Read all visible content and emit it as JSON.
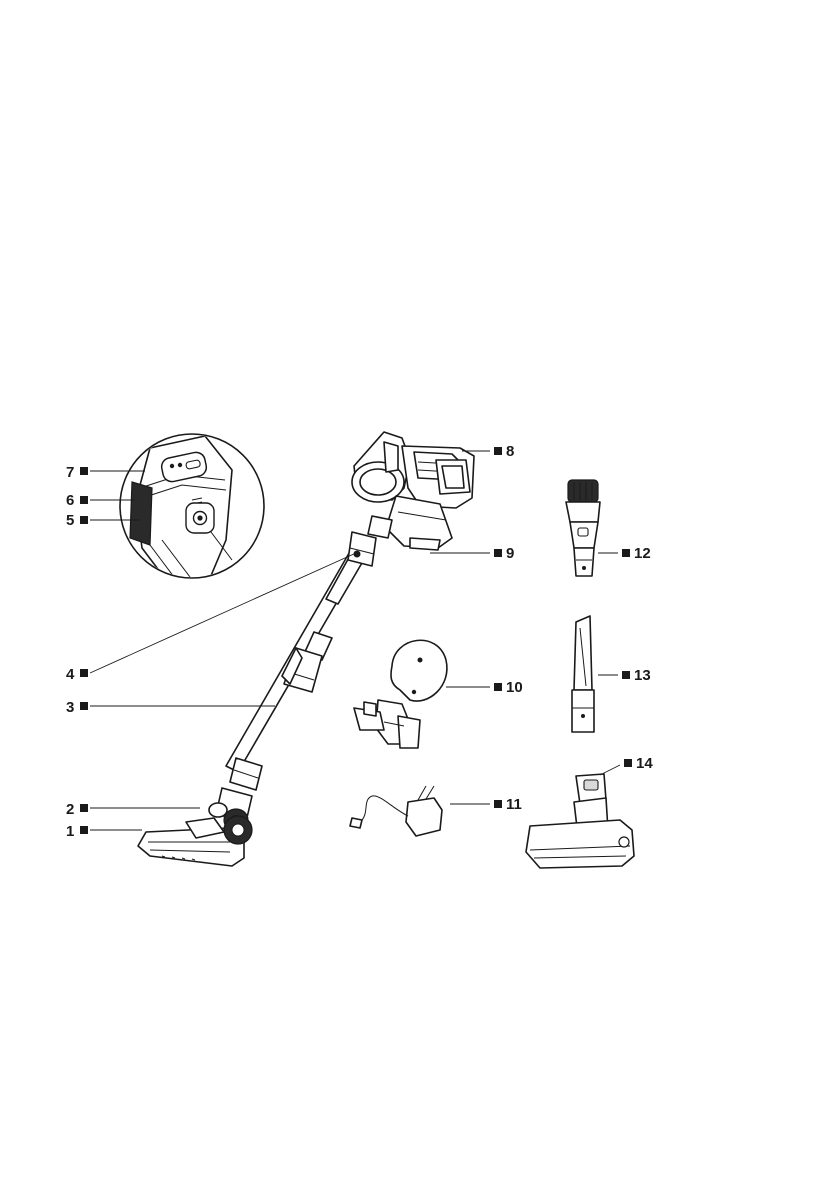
{
  "diagram": {
    "background": "#ffffff",
    "ink": "#1a1a1a",
    "parts": [
      {
        "id": "p1",
        "number": "1",
        "illustration": "floor-brush-head-icon"
      },
      {
        "id": "p2",
        "number": "2",
        "illustration": "brush-neck-joint-icon"
      },
      {
        "id": "p3",
        "number": "3",
        "illustration": "extension-tube-icon"
      },
      {
        "id": "p4",
        "number": "4",
        "illustration": "tube-release-button-icon"
      },
      {
        "id": "p5",
        "number": "5",
        "illustration": "power-button-icon"
      },
      {
        "id": "p6",
        "number": "6",
        "illustration": "mode-button-icon"
      },
      {
        "id": "p7",
        "number": "7",
        "illustration": "battery-indicator-icon"
      },
      {
        "id": "p8",
        "number": "8",
        "illustration": "handle-unit-icon"
      },
      {
        "id": "p9",
        "number": "9",
        "illustration": "dust-bin-icon"
      },
      {
        "id": "p10",
        "number": "10",
        "illustration": "wall-mount-icon"
      },
      {
        "id": "p11",
        "number": "11",
        "illustration": "charger-adapter-icon"
      },
      {
        "id": "p12",
        "number": "12",
        "illustration": "dusting-brush-icon"
      },
      {
        "id": "p13",
        "number": "13",
        "illustration": "crevice-tool-icon"
      },
      {
        "id": "p14",
        "number": "14",
        "illustration": "mini-motorized-brush-icon"
      }
    ]
  }
}
